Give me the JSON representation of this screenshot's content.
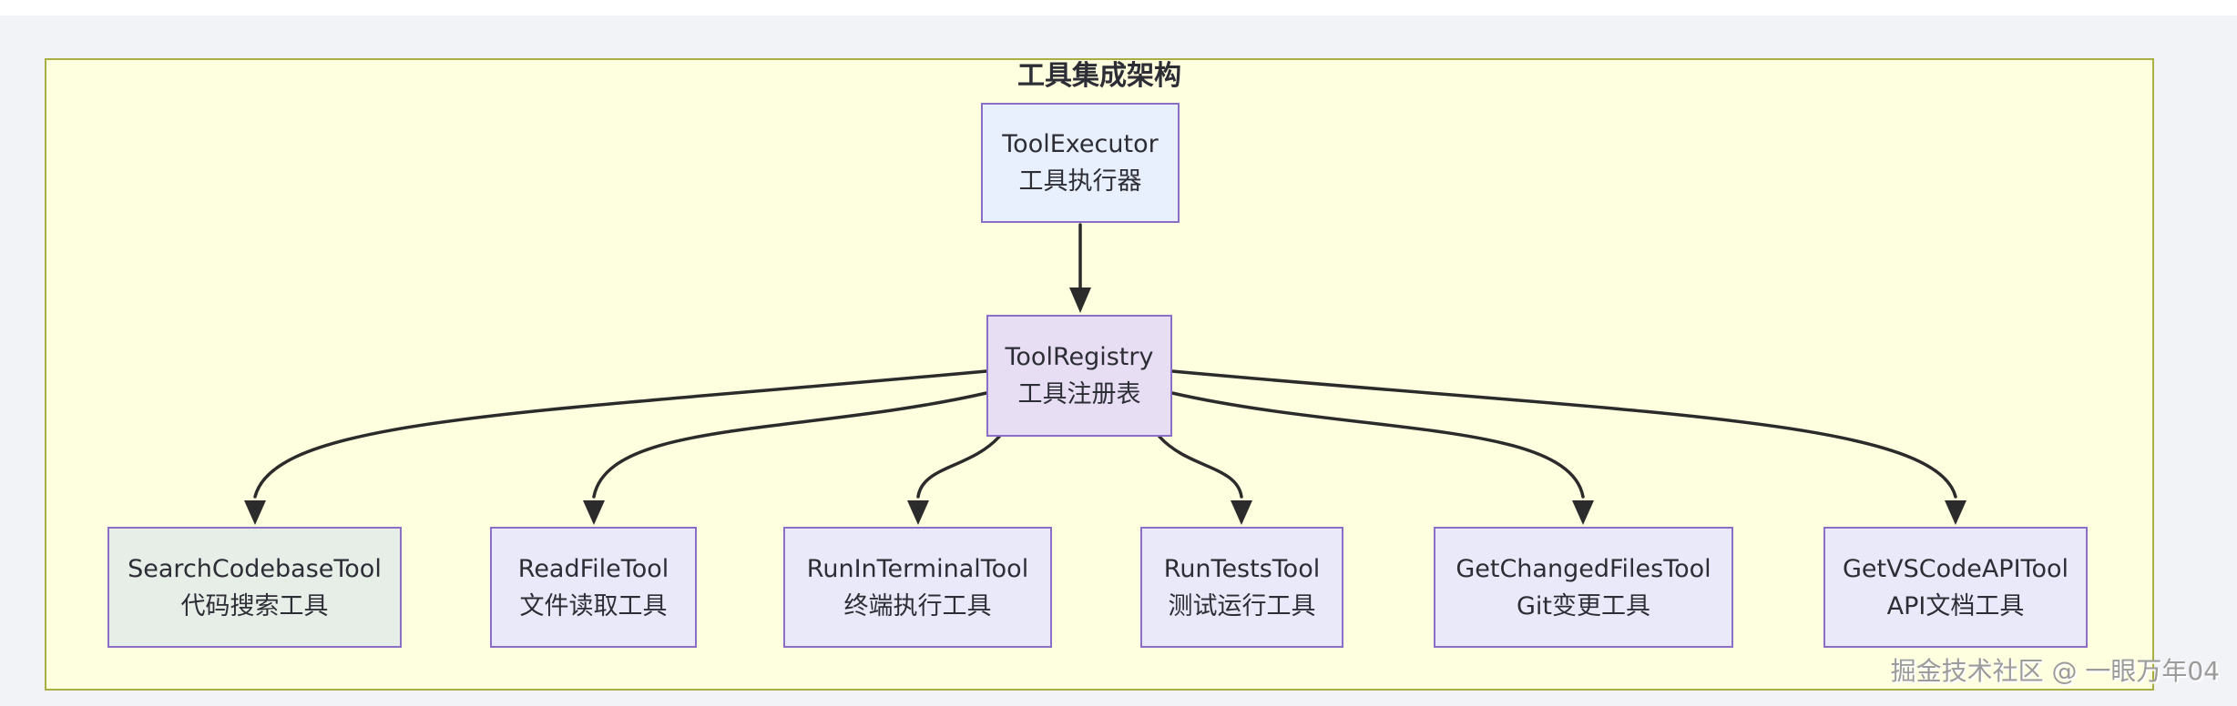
{
  "page": {
    "background": "#f2f3f7",
    "canvas_fill": "#feffde",
    "canvas_border": "#a9af42",
    "watermark_color": "#9b9b9b"
  },
  "diagram": {
    "title": "工具集成架构",
    "watermark": "掘金技术社区 @ 一眼万年04",
    "colors": {
      "node_border": "#8b6ec5",
      "executor_fill": "#e7f0fc",
      "registry_fill": "#e7def4",
      "tool_fill": "#eae9f9",
      "search_tool_fill": "#e6eee7",
      "edge": "#2b2b2b",
      "text": "#2d2d35"
    },
    "nodes": {
      "executor": {
        "name": "ToolExecutor",
        "label": "工具执行器"
      },
      "registry": {
        "name": "ToolRegistry",
        "label": "工具注册表"
      },
      "tools": [
        {
          "name": "SearchCodebaseTool",
          "label": "代码搜索工具"
        },
        {
          "name": "ReadFileTool",
          "label": "文件读取工具"
        },
        {
          "name": "RunInTerminalTool",
          "label": "终端执行工具"
        },
        {
          "name": "RunTestsTool",
          "label": "测试运行工具"
        },
        {
          "name": "GetChangedFilesTool",
          "label": "Git变更工具"
        },
        {
          "name": "GetVSCodeAPITool",
          "label": "API文档工具"
        }
      ]
    },
    "edges": [
      {
        "from": "ToolExecutor",
        "to": "ToolRegistry"
      },
      {
        "from": "ToolRegistry",
        "to": "SearchCodebaseTool"
      },
      {
        "from": "ToolRegistry",
        "to": "ReadFileTool"
      },
      {
        "from": "ToolRegistry",
        "to": "RunInTerminalTool"
      },
      {
        "from": "ToolRegistry",
        "to": "RunTestsTool"
      },
      {
        "from": "ToolRegistry",
        "to": "GetChangedFilesTool"
      },
      {
        "from": "ToolRegistry",
        "to": "GetVSCodeAPITool"
      }
    ]
  }
}
